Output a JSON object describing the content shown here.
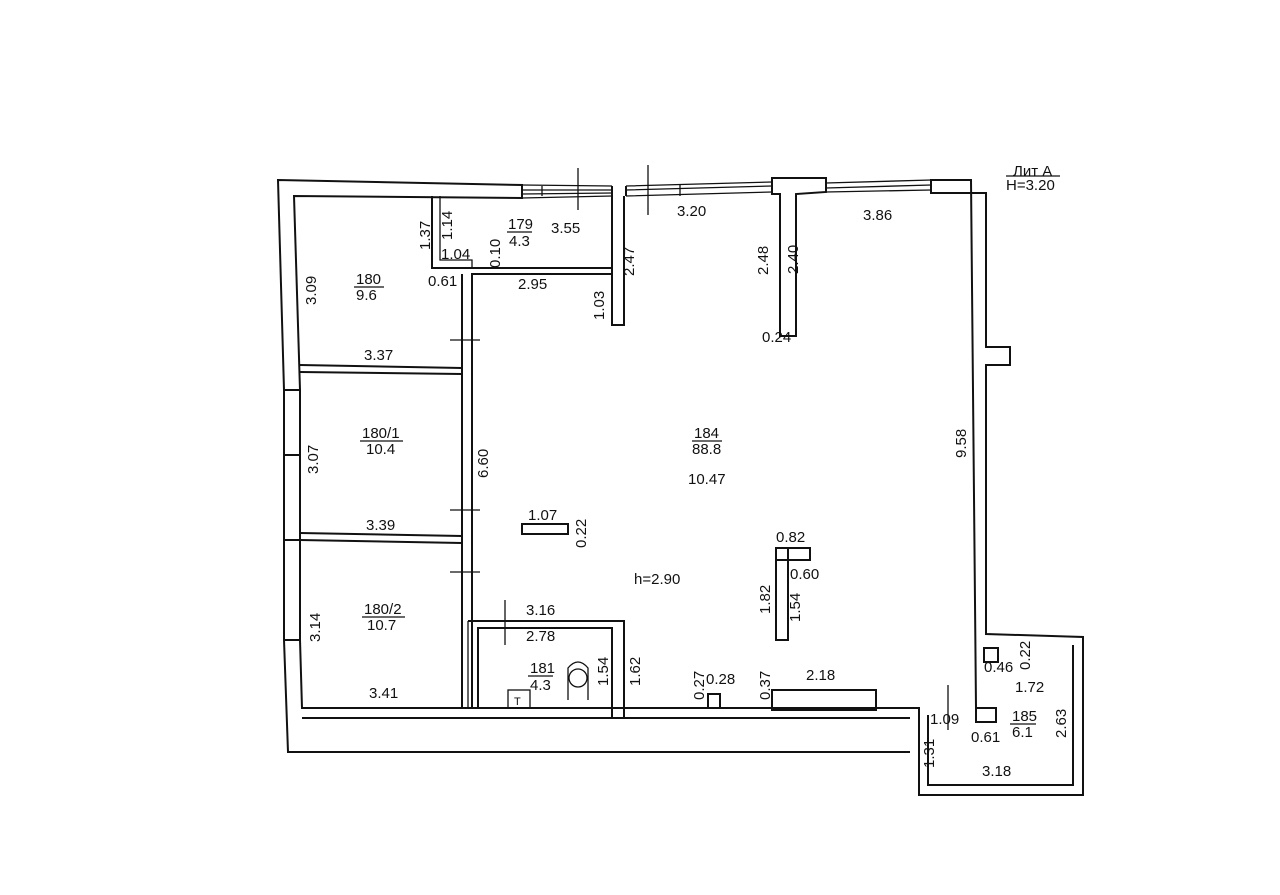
{
  "header": {
    "liter": "Лит А",
    "height": "H=3.20"
  },
  "rooms": {
    "r179": {
      "number": "179",
      "area": "4.3"
    },
    "r180": {
      "number": "180",
      "area": "9.6"
    },
    "r180_1": {
      "number": "180/1",
      "area": "10.4"
    },
    "r180_2": {
      "number": "180/2",
      "area": "10.7"
    },
    "r181": {
      "number": "181",
      "area": "4.3"
    },
    "r184": {
      "number": "184",
      "area": "88.8"
    },
    "r185": {
      "number": "185",
      "area": "6.1"
    }
  },
  "ceiling": "h=2.90",
  "toilet_mark": "T",
  "dims": {
    "d_3_55": "3.55",
    "d_3_20": "3.20",
    "d_3_86": "3.86",
    "d_1_37": "1.37",
    "d_1_14": "1.14",
    "d_1_04": "1.04",
    "d_0_10": "0.10",
    "d_0_61_a": "0.61",
    "d_2_95": "2.95",
    "d_2_47": "2.47",
    "d_1_03": "1.03",
    "d_2_48": "2.48",
    "d_2_40": "2.40",
    "d_0_24": "0.24",
    "d_3_09": "3.09",
    "d_3_37": "3.37",
    "d_6_60": "6.60",
    "d_3_07": "3.07",
    "d_3_39": "3.39",
    "d_10_47": "10.47",
    "d_1_07": "1.07",
    "d_0_22_a": "0.22",
    "d_9_58": "9.58",
    "d_0_82": "0.82",
    "d_0_60": "0.60",
    "d_1_82": "1.82",
    "d_1_54_a": "1.54",
    "d_3_14": "3.14",
    "d_3_16": "3.16",
    "d_2_78": "2.78",
    "d_1_54_b": "1.54",
    "d_1_62": "1.62",
    "d_3_41": "3.41",
    "d_0_27": "0.27",
    "d_0_28": "0.28",
    "d_0_37": "0.37",
    "d_2_18": "2.18",
    "d_0_46": "0.46",
    "d_0_22_b": "0.22",
    "d_1_72": "1.72",
    "d_1_09": "1.09",
    "d_0_61_b": "0.61",
    "d_2_63": "2.63",
    "d_1_31": "1.31",
    "d_3_18": "3.18"
  }
}
